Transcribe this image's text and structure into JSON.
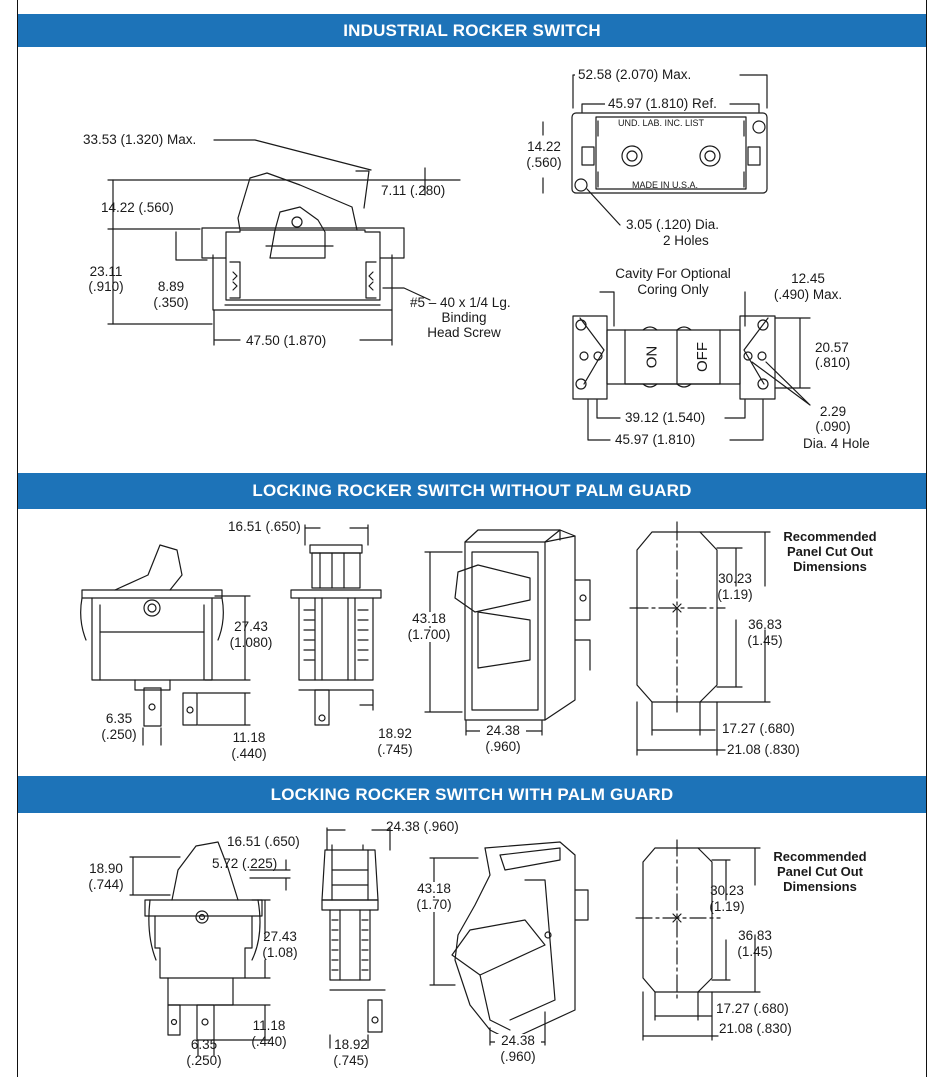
{
  "sections": {
    "industrial": {
      "title": "INDUSTRIAL ROCKER SWITCH",
      "dims": {
        "max_height": "33.53 (1.320) Max.",
        "top_width": "52.58 (2.070) Max.",
        "top_ref": "45.97 (1.810) Ref.",
        "top_h_a": "14.22",
        "top_h_b": "(.560)",
        "rocker_h": "14.22 (.560)",
        "rocker_gap": "7.11 (.280)",
        "body_h_a": "23.11",
        "body_h_b": "(.910)",
        "inner_h_a": "8.89",
        "inner_h_b": "(.350)",
        "body_w": "47.50 (1.870)",
        "screw_a": "#5 – 40 x 1/4 Lg.",
        "screw_b": "Binding",
        "screw_c": "Head Screw",
        "hole_a": "3.05 (.120) Dia.",
        "hole_b": "2 Holes",
        "plate_text_top": "UND. LAB. INC. LIST",
        "plate_text_bottom": "MADE IN U.S.A.",
        "cavity_a": "Cavity For Optional",
        "cavity_b": "Coring Only",
        "rw_a": "12.45",
        "rw_b": "(.490) Max.",
        "rh_a": "20.57",
        "rh_b": "(.810)",
        "on_label": "ON",
        "off_label": "OFF",
        "inner_w": "39.12 (1.540)",
        "outer_w": "45.97 (1.810)",
        "small_hole_a": "2.29",
        "small_hole_b": "(.090)",
        "small_hole_c": "Dia. 4 Hole"
      }
    },
    "locking_no_guard": {
      "title": "LOCKING ROCKER SWITCH WITHOUT PALM GUARD",
      "dims": {
        "side_w": "16.51 (.650)",
        "body_h_a": "27.43",
        "body_h_b": "(1.080)",
        "term_w_a": "6.35",
        "term_w_b": "(.250)",
        "term_h_a": "11.18",
        "term_h_b": "(.440)",
        "side_depth_a": "18.92",
        "side_depth_b": "(.745)",
        "iso_h_a": "43.18",
        "iso_h_b": "(1.700)",
        "iso_w_a": "24.38",
        "iso_w_b": "(.960)",
        "cut_h1_a": "30.23",
        "cut_h1_b": "(1.19)",
        "cut_h2_a": "36.83",
        "cut_h2_b": "(1.45)",
        "cut_w1": "17.27 (.680)",
        "cut_w2": "21.08 (.830)",
        "rec_a": "Recommended",
        "rec_b": "Panel Cut Out",
        "rec_c": "Dimensions"
      }
    },
    "locking_guard": {
      "title": "LOCKING ROCKER SWITCH WITH PALM GUARD",
      "dims": {
        "guard_h_a": "18.90",
        "guard_h_b": "(.744)",
        "guard_t": "5.72 (.225)",
        "body_h_a": "27.43",
        "body_h_b": "(1.08)",
        "term_h_a": "11.18",
        "term_h_b": "(.440)",
        "term_w_a": "6.35",
        "term_w_b": "(.250)",
        "side_w": "16.51 (.650)",
        "side_w2": "24.38 (.960)",
        "side_depth_a": "18.92",
        "side_depth_b": "(.745)",
        "iso_h_a": "43.18",
        "iso_h_b": "(1.70)",
        "iso_w_a": "24.38",
        "iso_w_b": "(.960)",
        "cut_h1_a": "30.23",
        "cut_h1_b": "(1.19)",
        "cut_h2_a": "36.83",
        "cut_h2_b": "(1.45)",
        "cut_w1": "17.27 (.680)",
        "cut_w2": "21.08 (.830)",
        "rec_a": "Recommended",
        "rec_b": "Panel Cut Out",
        "rec_c": "Dimensions"
      }
    }
  }
}
